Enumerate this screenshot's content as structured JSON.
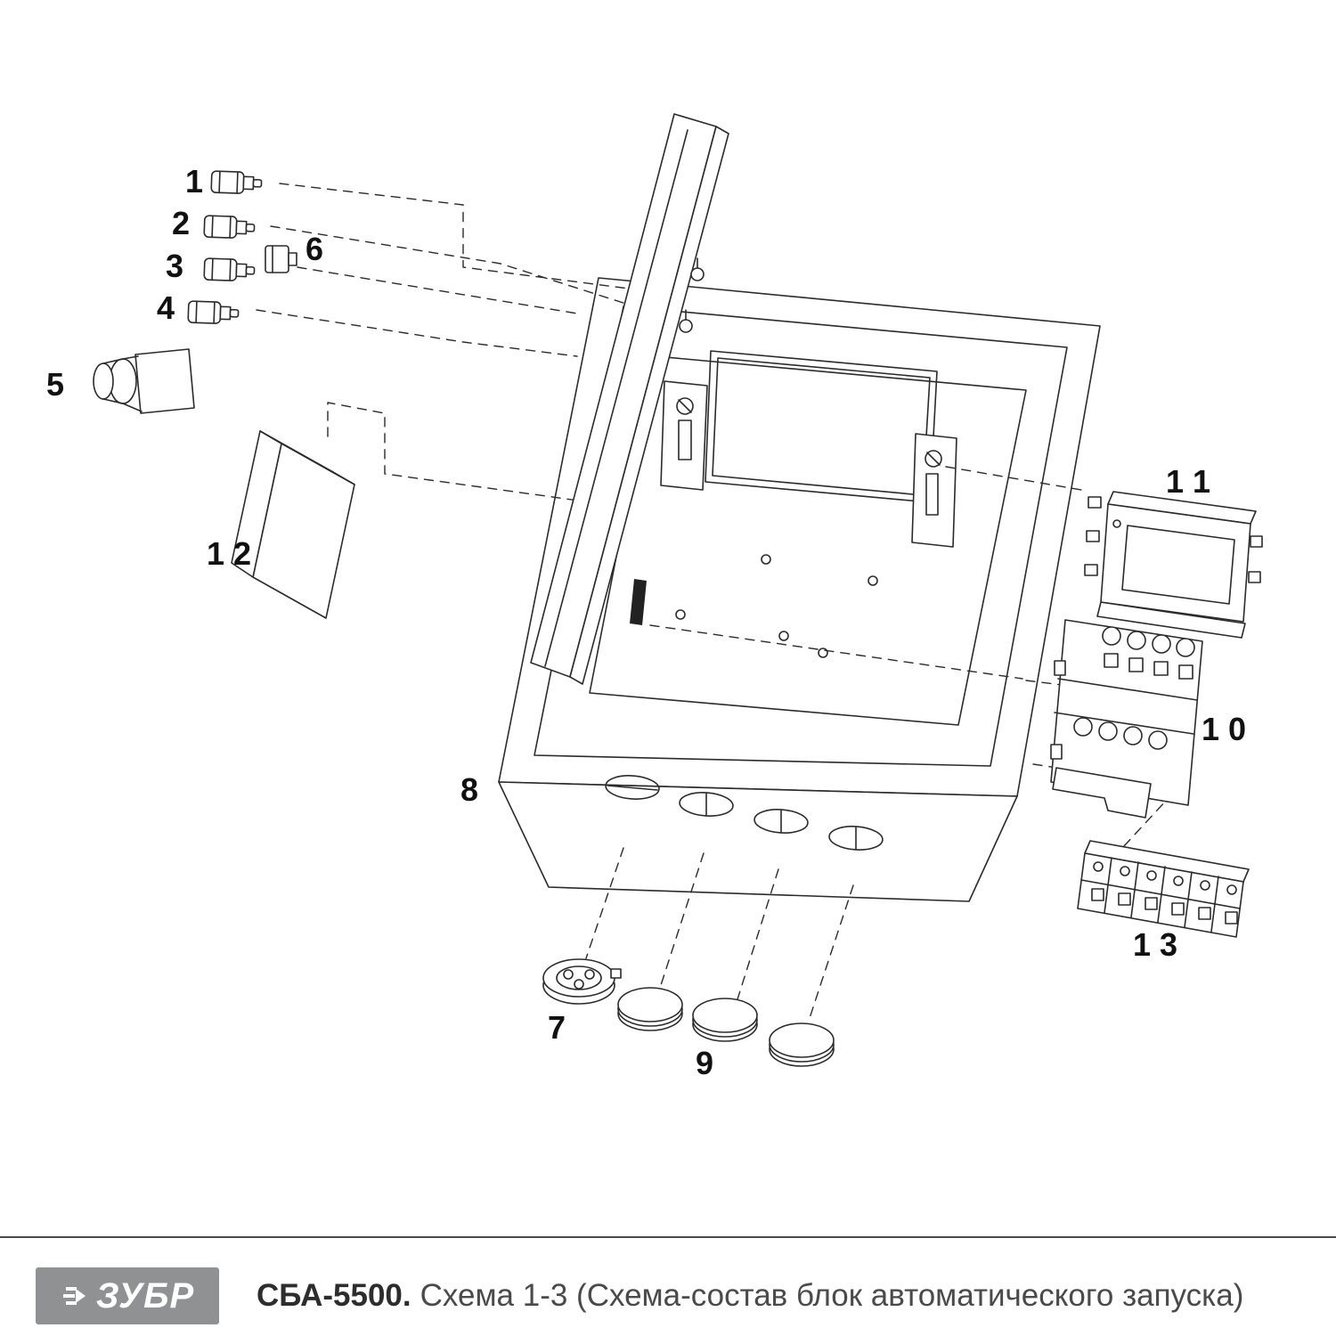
{
  "diagram": {
    "callouts": [
      {
        "id": "1",
        "label": "1"
      },
      {
        "id": "2",
        "label": "2"
      },
      {
        "id": "3",
        "label": "3"
      },
      {
        "id": "4",
        "label": "4"
      },
      {
        "id": "5",
        "label": "5"
      },
      {
        "id": "6",
        "label": "6"
      },
      {
        "id": "7",
        "label": "7"
      },
      {
        "id": "8",
        "label": "8"
      },
      {
        "id": "9",
        "label": "9"
      },
      {
        "id": "10",
        "label": "1 0"
      },
      {
        "id": "11",
        "label": "1 1"
      },
      {
        "id": "12",
        "label": "1 2"
      },
      {
        "id": "13",
        "label": "1 3"
      }
    ]
  },
  "footer": {
    "brand": "ЗУБР",
    "model": "СБА-5500.",
    "caption": "Схема 1-3 (Схема-состав блок автоматического запуска)"
  },
  "colors": {
    "line": "#2b2b2b",
    "brand_bg": "#8f9193",
    "brand_text": "#ffffff",
    "rule": "#4a4a4a"
  }
}
